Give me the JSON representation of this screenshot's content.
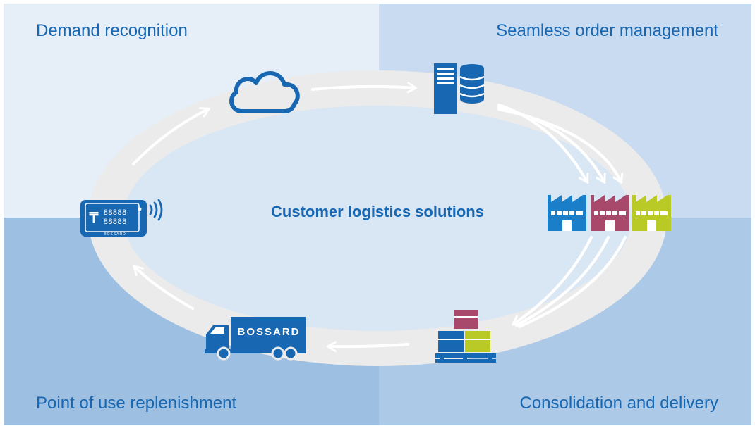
{
  "quadrants": {
    "top_left": "Demand recognition",
    "top_right": "Seamless order management",
    "bottom_left": "Point of use replenishment",
    "bottom_right": "Consolidation and delivery"
  },
  "center_title": "Customer logistics solutions",
  "device": {
    "display_top": "88888",
    "display_bottom": "88888",
    "brand": "BOSSARD"
  },
  "truck": {
    "brand": "BOSSARD"
  },
  "colors": {
    "quad_top_left": "#e6eef7",
    "quad_top_right": "#c9dbf0",
    "quad_bottom_left": "#9dbfe1",
    "quad_bottom_right": "#adc9e8",
    "ring": "#ebebeb",
    "inner": "#d9e6f4",
    "primary_blue": "#1767b2",
    "factory_blue": "#1a7fc8",
    "factory_magenta": "#a8486b",
    "factory_green": "#b9c925",
    "label_text": "#1767b2"
  },
  "icons": [
    "cloud-icon",
    "server-database-icon",
    "factory-icon",
    "pallet-boxes-icon",
    "delivery-truck-icon",
    "kanban-device-icon",
    "wireless-signal-icon"
  ]
}
